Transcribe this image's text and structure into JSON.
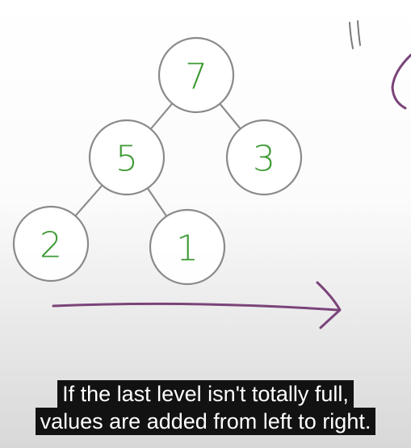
{
  "tree": {
    "nodes": [
      {
        "id": "root",
        "label": "7"
      },
      {
        "id": "left",
        "label": "5"
      },
      {
        "id": "right",
        "label": "3"
      },
      {
        "id": "left-left",
        "label": "2"
      },
      {
        "id": "left-right",
        "label": "1"
      }
    ],
    "edges": [
      [
        "root",
        "left"
      ],
      [
        "root",
        "right"
      ],
      [
        "left",
        "left-left"
      ],
      [
        "left",
        "left-right"
      ]
    ]
  },
  "colors": {
    "node_label": "#3d9a33",
    "node_outline": "#8a8a8a",
    "arrow": "#7a4479",
    "caption_bg": "#121212",
    "caption_text": "#ffffff"
  },
  "caption": {
    "line1": "If the last level isn't totally full,",
    "line2": "values are added from left to right."
  }
}
